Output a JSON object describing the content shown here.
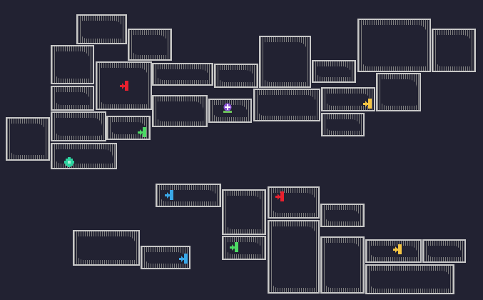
{
  "map": {
    "background": "#222232",
    "room_border": "#c8c8c8",
    "markers": [
      {
        "kind": "door",
        "color": "#e8202e"
      },
      {
        "kind": "door",
        "color": "#4cd964"
      },
      {
        "kind": "door",
        "color": "#f5c543"
      },
      {
        "kind": "door",
        "color": "#3aa8e8"
      },
      {
        "kind": "door",
        "color": "#3aa8e8"
      },
      {
        "kind": "door",
        "color": "#e8202e"
      },
      {
        "kind": "door",
        "color": "#4cd964"
      },
      {
        "kind": "door",
        "color": "#f5c543"
      },
      {
        "kind": "player",
        "color": "#2dd4a0"
      },
      {
        "kind": "save-station",
        "color": "#8a4fd6"
      }
    ]
  }
}
